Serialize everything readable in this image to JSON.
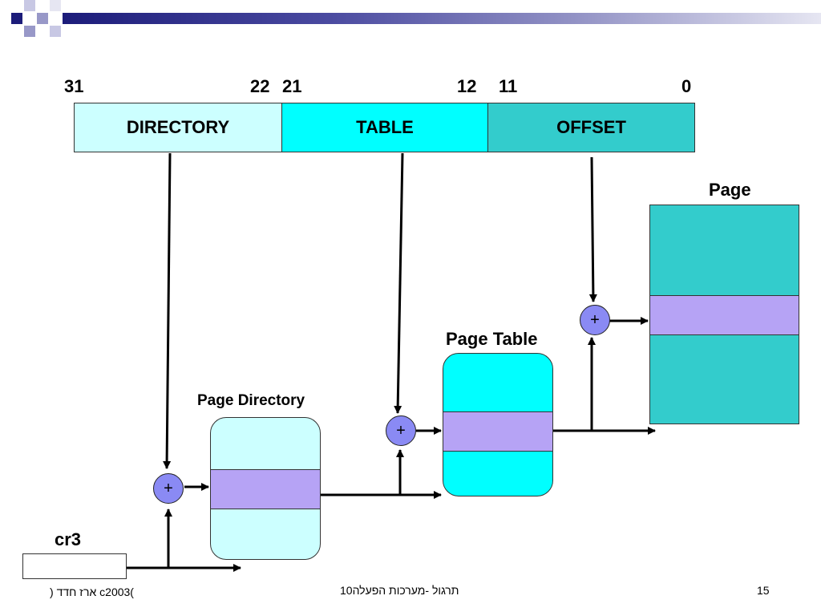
{
  "bits": [
    "31",
    "22",
    "21",
    "12",
    "11",
    "0"
  ],
  "fields": {
    "directory": "DIRECTORY",
    "table": "TABLE",
    "offset": "OFFSET"
  },
  "labels": {
    "page": "Page",
    "page_table": "Page Table",
    "page_directory": "Page Directory",
    "cr3": "cr3"
  },
  "adder_symbol": "+",
  "footer": {
    "left": ") ארז חדד c2003(",
    "center": "10תרגול -מערכות הפעלה",
    "page_number": "15"
  },
  "colors": {
    "directory_field": "#ccffff",
    "table_field": "#00ffff",
    "offset_field": "#33cccc",
    "page_body": "#33cccc",
    "page_table_body": "#00ffff",
    "page_directory_body": "#ccffff",
    "entry_band": "#b6a3f5",
    "adder": "#8a8af4"
  }
}
